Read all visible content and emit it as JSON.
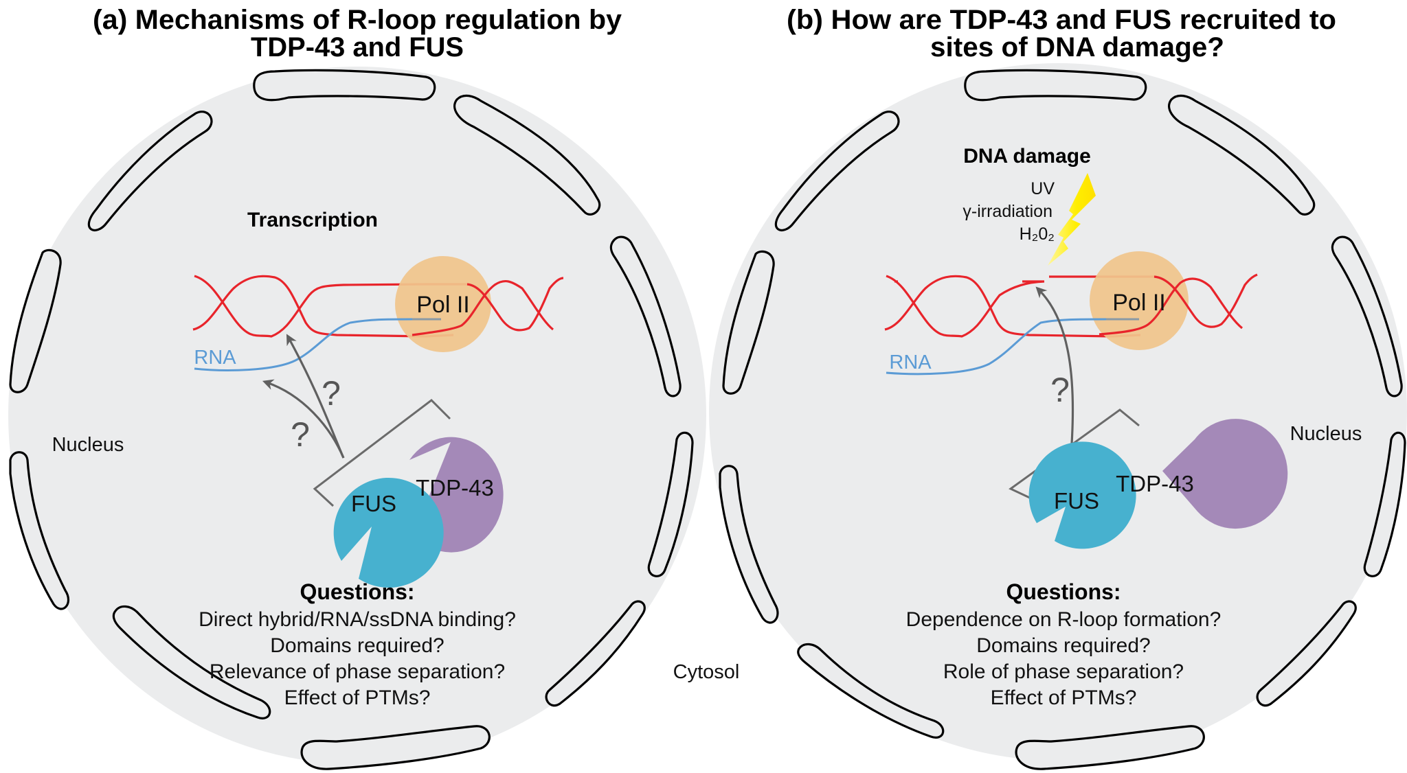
{
  "panels": [
    {
      "id": "a",
      "title_line1": "(a) Mechanisms of R-loop regulation by",
      "title_line2": "TDP-43 and FUS",
      "section_heading": "Transcription",
      "compartment_label": "Nucleus",
      "rna_label": "RNA",
      "polymerase_label": "Pol II",
      "proteins": [
        "FUS",
        "TDP-43"
      ],
      "question_marks": [
        "?",
        "?"
      ],
      "questions_heading": "Questions:",
      "questions": [
        "Direct hybrid/RNA/ssDNA binding?",
        "Domains required?",
        "Relevance of phase separation?",
        "Effect of PTMs?"
      ]
    },
    {
      "id": "b",
      "title_line1": "(b)   How are TDP-43 and FUS recruited to",
      "title_line2": "sites of DNA damage?",
      "section_heading": "DNA damage",
      "damage_sources": [
        "UV",
        "γ-irradiation",
        "H₂0₂"
      ],
      "compartment_label": "Nucleus",
      "rna_label": "RNA",
      "polymerase_label": "Pol II",
      "proteins": [
        "FUS",
        "TDP-43"
      ],
      "question_marks": [
        "?"
      ],
      "questions_heading": "Questions:",
      "questions": [
        "Dependence on R-loop formation?",
        "Domains required?",
        "Role of phase separation?",
        "Effect of PTMs?"
      ]
    }
  ],
  "cytosol_label": "Cytosol",
  "colors": {
    "nucleus_fill": "#ebeced",
    "dna": "#e8242b",
    "rna": "#5b9bd5",
    "pol_ii": "#f0c58c",
    "fus": "#47b1cf",
    "tdp43": "#a489b8",
    "arrow": "#606060",
    "lightning": "#ffee00"
  }
}
